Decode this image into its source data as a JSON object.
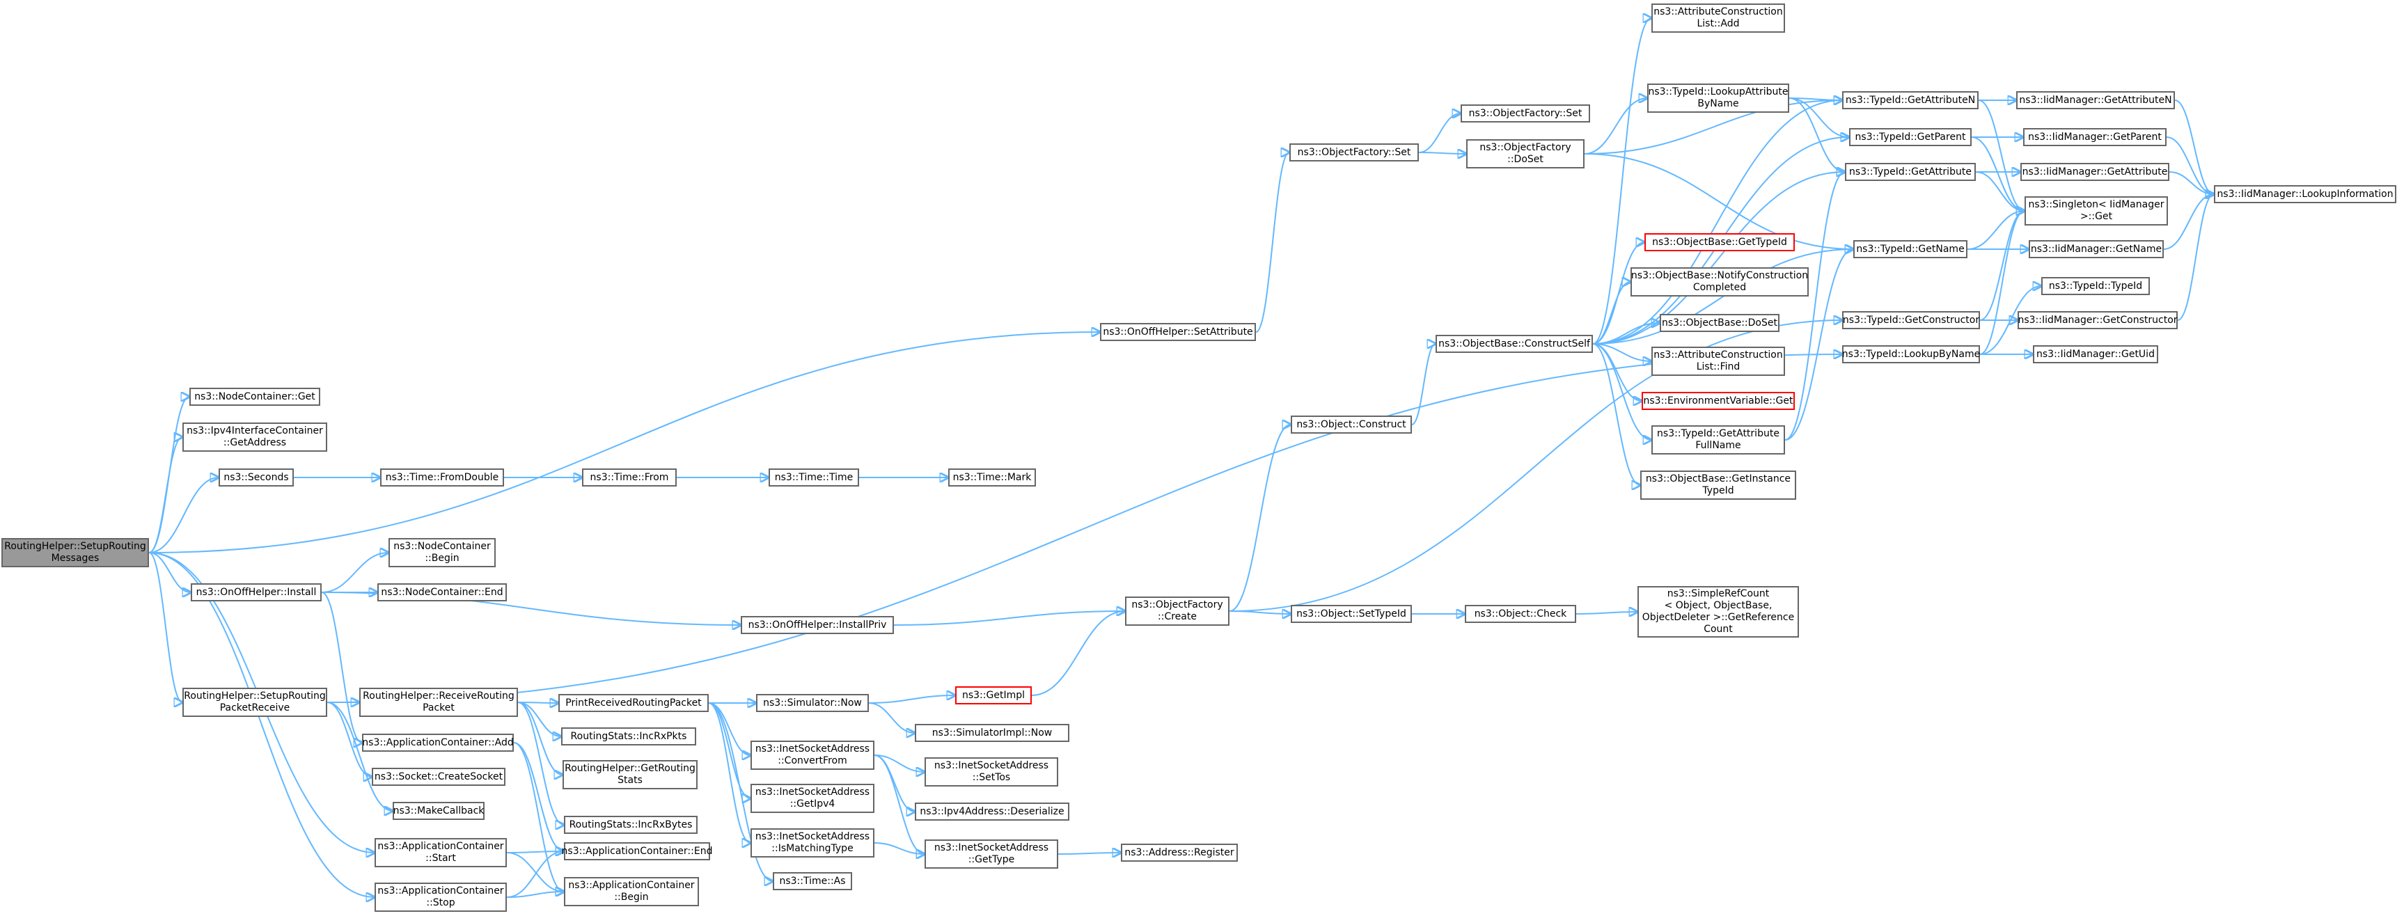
{
  "diagram": {
    "title": "",
    "colors": {
      "edge": "#63b8ff",
      "node_border": "#666666",
      "root_fill": "#999999",
      "undocumented_border": "#ff0000"
    },
    "nodes": [
      {
        "id": "root",
        "lines": [
          "RoutingHelper::SetupRouting",
          "Messages"
        ],
        "root": true
      },
      {
        "id": "nc_get",
        "lines": [
          "ns3::NodeContainer::Get"
        ]
      },
      {
        "id": "ipv4ic",
        "lines": [
          "ns3::Ipv4InterfaceContainer",
          "::GetAddress"
        ]
      },
      {
        "id": "seconds",
        "lines": [
          "ns3::Seconds"
        ]
      },
      {
        "id": "fromdouble",
        "lines": [
          "ns3::Time::FromDouble"
        ]
      },
      {
        "id": "from",
        "lines": [
          "ns3::Time::From"
        ]
      },
      {
        "id": "time",
        "lines": [
          "ns3::Time::Time"
        ]
      },
      {
        "id": "mark",
        "lines": [
          "ns3::Time::Mark"
        ]
      },
      {
        "id": "setattr",
        "lines": [
          "ns3::OnOffHelper::SetAttribute"
        ]
      },
      {
        "id": "of_set",
        "lines": [
          "ns3::ObjectFactory::Set"
        ]
      },
      {
        "id": "of_set2",
        "lines": [
          "ns3::ObjectFactory::Set"
        ]
      },
      {
        "id": "of_doset",
        "lines": [
          "ns3::ObjectFactory",
          "::DoSet"
        ]
      },
      {
        "id": "acl_add",
        "lines": [
          "ns3::AttributeConstruction",
          "List::Add"
        ]
      },
      {
        "id": "lookupattr",
        "lines": [
          "ns3::TypeId::LookupAttribute",
          "ByName"
        ]
      },
      {
        "id": "getattrn",
        "lines": [
          "ns3::TypeId::GetAttributeN"
        ]
      },
      {
        "id": "iid_getattrn",
        "lines": [
          "ns3::IidManager::GetAttributeN"
        ]
      },
      {
        "id": "getparent",
        "lines": [
          "ns3::TypeId::GetParent"
        ]
      },
      {
        "id": "iid_getparent",
        "lines": [
          "ns3::IidManager::GetParent"
        ]
      },
      {
        "id": "getattribute",
        "lines": [
          "ns3::TypeId::GetAttribute"
        ]
      },
      {
        "id": "iid_getattribute",
        "lines": [
          "ns3::IidManager::GetAttribute"
        ]
      },
      {
        "id": "singleton",
        "lines": [
          "ns3::Singleton< IidManager",
          " >::Get"
        ]
      },
      {
        "id": "lookupinfo",
        "lines": [
          "ns3::IidManager::LookupInformation"
        ]
      },
      {
        "id": "getname",
        "lines": [
          "ns3::TypeId::GetName"
        ]
      },
      {
        "id": "iid_getname",
        "lines": [
          "ns3::IidManager::GetName"
        ]
      },
      {
        "id": "typeid_typeid",
        "lines": [
          "ns3::TypeId::TypeId"
        ]
      },
      {
        "id": "getconstructor",
        "lines": [
          "ns3::TypeId::GetConstructor"
        ]
      },
      {
        "id": "iid_getconstructor",
        "lines": [
          "ns3::IidManager::GetConstructor"
        ]
      },
      {
        "id": "lookupbyname",
        "lines": [
          "ns3::TypeId::LookupByName"
        ]
      },
      {
        "id": "iid_getuid",
        "lines": [
          "ns3::IidManager::GetUid"
        ]
      },
      {
        "id": "ob_gettypeid",
        "lines": [
          "ns3::ObjectBase::GetTypeId"
        ],
        "red": true
      },
      {
        "id": "ob_notify",
        "lines": [
          "ns3::ObjectBase::NotifyConstruction",
          "Completed"
        ]
      },
      {
        "id": "ob_doset",
        "lines": [
          "ns3::ObjectBase::DoSet"
        ]
      },
      {
        "id": "ob_constructself",
        "lines": [
          "ns3::ObjectBase::ConstructSelf"
        ]
      },
      {
        "id": "acl_find",
        "lines": [
          "ns3::AttributeConstruction",
          "List::Find"
        ]
      },
      {
        "id": "envvar",
        "lines": [
          "ns3::EnvironmentVariable::Get"
        ],
        "red": true
      },
      {
        "id": "getattrfull",
        "lines": [
          "ns3::TypeId::GetAttribute",
          "FullName"
        ]
      },
      {
        "id": "ob_getinstance",
        "lines": [
          "ns3::ObjectBase::GetInstance",
          "TypeId"
        ]
      },
      {
        "id": "obj_construct",
        "lines": [
          "ns3::Object::Construct"
        ]
      },
      {
        "id": "nc_begin",
        "lines": [
          "ns3::NodeContainer",
          "::Begin"
        ]
      },
      {
        "id": "onoff_install",
        "lines": [
          "ns3::OnOffHelper::Install"
        ]
      },
      {
        "id": "nc_end",
        "lines": [
          "ns3::NodeContainer::End"
        ]
      },
      {
        "id": "installpriv",
        "lines": [
          "ns3::OnOffHelper::InstallPriv"
        ]
      },
      {
        "id": "of_create",
        "lines": [
          "ns3::ObjectFactory",
          "::Create"
        ]
      },
      {
        "id": "settypeid",
        "lines": [
          "ns3::Object::SetTypeId"
        ]
      },
      {
        "id": "obj_check",
        "lines": [
          "ns3::Object::Check"
        ]
      },
      {
        "id": "simplerefcount",
        "lines": [
          "ns3::SimpleRefCount",
          "< Object, ObjectBase,",
          "ObjectDeleter >::GetReference",
          "Count"
        ]
      },
      {
        "id": "setuprecv",
        "lines": [
          "RoutingHelper::SetupRouting",
          "PacketReceive"
        ]
      },
      {
        "id": "recvpkt",
        "lines": [
          "RoutingHelper::ReceiveRouting",
          "Packet"
        ]
      },
      {
        "id": "printrecv",
        "lines": [
          "PrintReceivedRoutingPacket"
        ]
      },
      {
        "id": "sim_now",
        "lines": [
          "ns3::Simulator::Now"
        ]
      },
      {
        "id": "getimpl",
        "lines": [
          "ns3::GetImpl"
        ],
        "red": true
      },
      {
        "id": "simimpl_now",
        "lines": [
          "ns3::SimulatorImpl::Now"
        ]
      },
      {
        "id": "incrxpkts",
        "lines": [
          "RoutingStats::IncRxPkts"
        ]
      },
      {
        "id": "ac_add",
        "lines": [
          "ns3::ApplicationContainer::Add"
        ]
      },
      {
        "id": "convertfrom",
        "lines": [
          "ns3::InetSocketAddress",
          "::ConvertFrom"
        ]
      },
      {
        "id": "settos",
        "lines": [
          "ns3::InetSocketAddress",
          "::SetTos"
        ]
      },
      {
        "id": "getroutingstats",
        "lines": [
          "RoutingHelper::GetRouting",
          "Stats"
        ]
      },
      {
        "id": "createsocket",
        "lines": [
          "ns3::Socket::CreateSocket"
        ]
      },
      {
        "id": "getipv4",
        "lines": [
          "ns3::InetSocketAddress",
          "::GetIpv4"
        ]
      },
      {
        "id": "deserialize",
        "lines": [
          "ns3::Ipv4Address::Deserialize"
        ]
      },
      {
        "id": "makecallback",
        "lines": [
          "ns3::MakeCallback"
        ]
      },
      {
        "id": "incrxbytes",
        "lines": [
          "RoutingStats::IncRxBytes"
        ]
      },
      {
        "id": "ismatching",
        "lines": [
          "ns3::InetSocketAddress",
          "::IsMatchingType"
        ]
      },
      {
        "id": "gettype",
        "lines": [
          "ns3::InetSocketAddress",
          "::GetType"
        ]
      },
      {
        "id": "addr_register",
        "lines": [
          "ns3::Address::Register"
        ]
      },
      {
        "id": "ac_start",
        "lines": [
          "ns3::ApplicationContainer",
          "::Start"
        ]
      },
      {
        "id": "ac_end",
        "lines": [
          "ns3::ApplicationContainer::End"
        ]
      },
      {
        "id": "time_as",
        "lines": [
          "ns3::Time::As"
        ]
      },
      {
        "id": "ac_stop",
        "lines": [
          "ns3::ApplicationContainer",
          "::Stop"
        ]
      },
      {
        "id": "ac_begin",
        "lines": [
          "ns3::ApplicationContainer",
          "::Begin"
        ]
      }
    ],
    "edges": [
      [
        "root",
        "nc_get"
      ],
      [
        "root",
        "ipv4ic"
      ],
      [
        "root",
        "seconds"
      ],
      [
        "root",
        "setattr"
      ],
      [
        "root",
        "onoff_install"
      ],
      [
        "root",
        "setuprecv"
      ],
      [
        "root",
        "ac_start"
      ],
      [
        "root",
        "ac_stop"
      ],
      [
        "seconds",
        "fromdouble"
      ],
      [
        "fromdouble",
        "from"
      ],
      [
        "from",
        "time"
      ],
      [
        "time",
        "mark"
      ],
      [
        "setattr",
        "of_set"
      ],
      [
        "of_set",
        "of_set2"
      ],
      [
        "of_set",
        "of_doset"
      ],
      [
        "of_doset",
        "getattrn"
      ],
      [
        "of_doset",
        "lookupattr"
      ],
      [
        "of_doset",
        "getname"
      ],
      [
        "lookupattr",
        "getattrn"
      ],
      [
        "lookupattr",
        "getparent"
      ],
      [
        "lookupattr",
        "getattribute"
      ],
      [
        "getattrn",
        "iid_getattrn"
      ],
      [
        "getattrn",
        "singleton"
      ],
      [
        "getparent",
        "iid_getparent"
      ],
      [
        "getparent",
        "singleton"
      ],
      [
        "getattribute",
        "iid_getattribute"
      ],
      [
        "getattribute",
        "singleton"
      ],
      [
        "iid_getattrn",
        "lookupinfo"
      ],
      [
        "iid_getparent",
        "lookupinfo"
      ],
      [
        "iid_getattribute",
        "lookupinfo"
      ],
      [
        "iid_getname",
        "lookupinfo"
      ],
      [
        "iid_getconstructor",
        "lookupinfo"
      ],
      [
        "getname",
        "iid_getname"
      ],
      [
        "getname",
        "singleton"
      ],
      [
        "getconstructor",
        "iid_getconstructor"
      ],
      [
        "getconstructor",
        "singleton"
      ],
      [
        "lookupbyname",
        "iid_getuid"
      ],
      [
        "lookupbyname",
        "singleton"
      ],
      [
        "lookupbyname",
        "typeid_typeid"
      ],
      [
        "ob_constructself",
        "acl_add"
      ],
      [
        "ob_constructself",
        "getattrn"
      ],
      [
        "ob_constructself",
        "getparent"
      ],
      [
        "ob_constructself",
        "getattribute"
      ],
      [
        "ob_constructself",
        "ob_gettypeid"
      ],
      [
        "ob_constructself",
        "ob_notify"
      ],
      [
        "ob_constructself",
        "ob_doset"
      ],
      [
        "ob_constructself",
        "acl_find"
      ],
      [
        "ob_constructself",
        "envvar"
      ],
      [
        "ob_constructself",
        "getattrfull"
      ],
      [
        "ob_constructself",
        "ob_getinstance"
      ],
      [
        "ob_constructself",
        "getname"
      ],
      [
        "getattrfull",
        "getname"
      ],
      [
        "getattrfull",
        "getattribute"
      ],
      [
        "obj_construct",
        "ob_constructself"
      ],
      [
        "onoff_install",
        "nc_begin"
      ],
      [
        "onoff_install",
        "nc_end"
      ],
      [
        "onoff_install",
        "installpriv"
      ],
      [
        "onoff_install",
        "ac_add"
      ],
      [
        "installpriv",
        "of_create"
      ],
      [
        "of_create",
        "obj_construct"
      ],
      [
        "of_create",
        "settypeid"
      ],
      [
        "of_create",
        "getconstructor"
      ],
      [
        "settypeid",
        "obj_check"
      ],
      [
        "obj_check",
        "simplerefcount"
      ],
      [
        "setuprecv",
        "recvpkt"
      ],
      [
        "setuprecv",
        "createsocket"
      ],
      [
        "setuprecv",
        "makecallback"
      ],
      [
        "setuprecv",
        "lookupbyname"
      ],
      [
        "recvpkt",
        "printrecv"
      ],
      [
        "recvpkt",
        "incrxpkts"
      ],
      [
        "recvpkt",
        "getroutingstats"
      ],
      [
        "recvpkt",
        "incrxbytes"
      ],
      [
        "printrecv",
        "sim_now"
      ],
      [
        "printrecv",
        "convertfrom"
      ],
      [
        "printrecv",
        "getipv4"
      ],
      [
        "printrecv",
        "ismatching"
      ],
      [
        "printrecv",
        "time_as"
      ],
      [
        "sim_now",
        "getimpl"
      ],
      [
        "sim_now",
        "simimpl_now"
      ],
      [
        "getimpl",
        "of_create"
      ],
      [
        "convertfrom",
        "settos"
      ],
      [
        "convertfrom",
        "deserialize"
      ],
      [
        "convertfrom",
        "gettype"
      ],
      [
        "ismatching",
        "gettype"
      ],
      [
        "gettype",
        "addr_register"
      ],
      [
        "ac_add",
        "ac_end"
      ],
      [
        "ac_add",
        "ac_begin"
      ],
      [
        "ac_start",
        "ac_end"
      ],
      [
        "ac_start",
        "ac_begin"
      ],
      [
        "ac_stop",
        "ac_end"
      ],
      [
        "ac_stop",
        "ac_begin"
      ]
    ]
  }
}
